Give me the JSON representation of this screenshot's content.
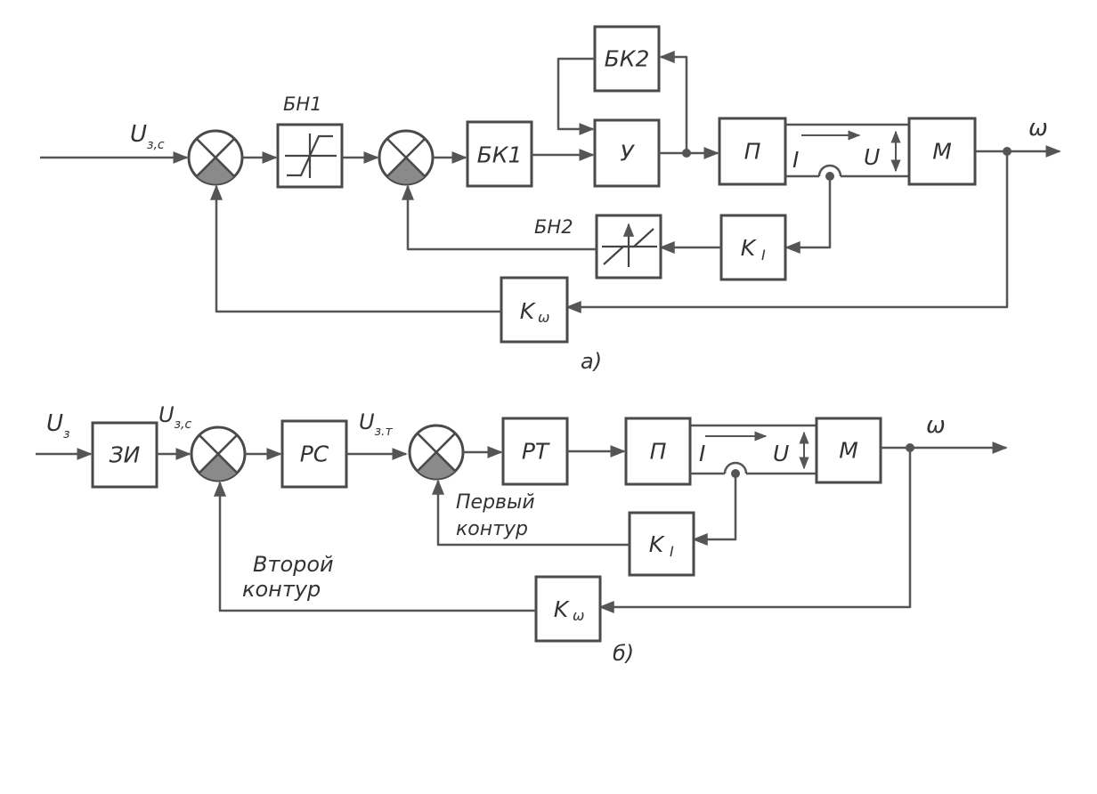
{
  "diagram_a": {
    "input_label": "U",
    "input_sub": "з,с",
    "blocks": {
      "bn1": "БН1",
      "bk1": "БК1",
      "bk2": "БК2",
      "amp": "У",
      "conv": "П",
      "motor": "М",
      "bn2": "БН2",
      "ki": "K",
      "ki_sub": "I",
      "kw": "K",
      "kw_sub": "ω"
    },
    "current_label": "I",
    "voltage_label": "U",
    "output_label": "ω",
    "caption": "а)"
  },
  "diagram_b": {
    "input_label": "U",
    "input_sub": "з",
    "after_zi_label": "U",
    "after_zi_sub": "з,с",
    "after_rs_label": "U",
    "after_rs_sub": "з.т",
    "blocks": {
      "zi": "ЗИ",
      "rs": "РС",
      "rt": "РТ",
      "conv": "П",
      "motor": "М",
      "ki": "K",
      "ki_sub": "I",
      "kw": "K",
      "kw_sub": "ω"
    },
    "current_label": "I",
    "voltage_label": "U",
    "output_label": "ω",
    "first_loop_line1": "Первый",
    "first_loop_line2": "контур",
    "second_loop_line1": "Второй",
    "second_loop_line2": "контур",
    "caption": "б)"
  }
}
